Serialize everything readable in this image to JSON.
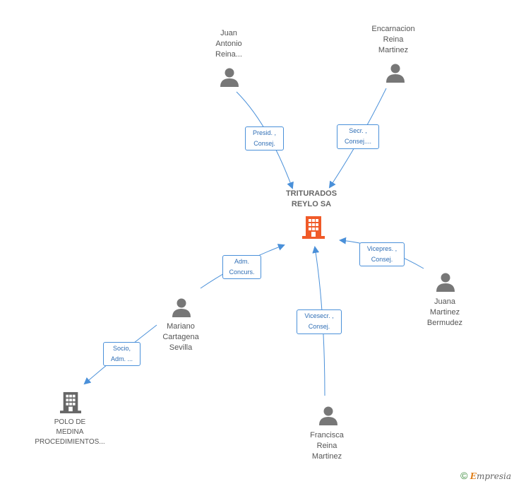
{
  "company": {
    "name_line1": "TRITURADOS",
    "name_line2": "REYLO SA",
    "icon": "building-icon",
    "color": "#f05a28"
  },
  "secondary_company": {
    "line1": "POLO DE",
    "line2": "MEDINA",
    "line3": "PROCEDIMIENTOS...",
    "icon": "building-icon",
    "color": "#666666"
  },
  "people": {
    "juan": {
      "line1": "Juan",
      "line2": "Antonio",
      "line3": "Reina...",
      "role1": "Presid. ,",
      "role2": "Consej."
    },
    "encarnacion": {
      "line1": "Encarnacion",
      "line2": "Reina",
      "line3": "Martinez",
      "role1": "Secr. ,",
      "role2": "Consej...."
    },
    "juana": {
      "line1": "Juana",
      "line2": "Martinez",
      "line3": "Bermudez",
      "role1": "Vicepres. ,",
      "role2": "Consej."
    },
    "francisca": {
      "line1": "Francisca",
      "line2": "Reina",
      "line3": "Martinez",
      "role1": "Vicesecr. ,",
      "role2": "Consej."
    },
    "mariano": {
      "line1": "Mariano",
      "line2": "Cartagena",
      "line3": "Sevilla",
      "role1": "Adm.",
      "role2": "Concurs.",
      "role3": "Socio,",
      "role4": "Adm. ..."
    }
  },
  "footer": {
    "copyright": "©",
    "brand_initial": "E",
    "brand_rest": "mpresia"
  },
  "colors": {
    "edge": "#4a90d9",
    "person": "#777777"
  }
}
